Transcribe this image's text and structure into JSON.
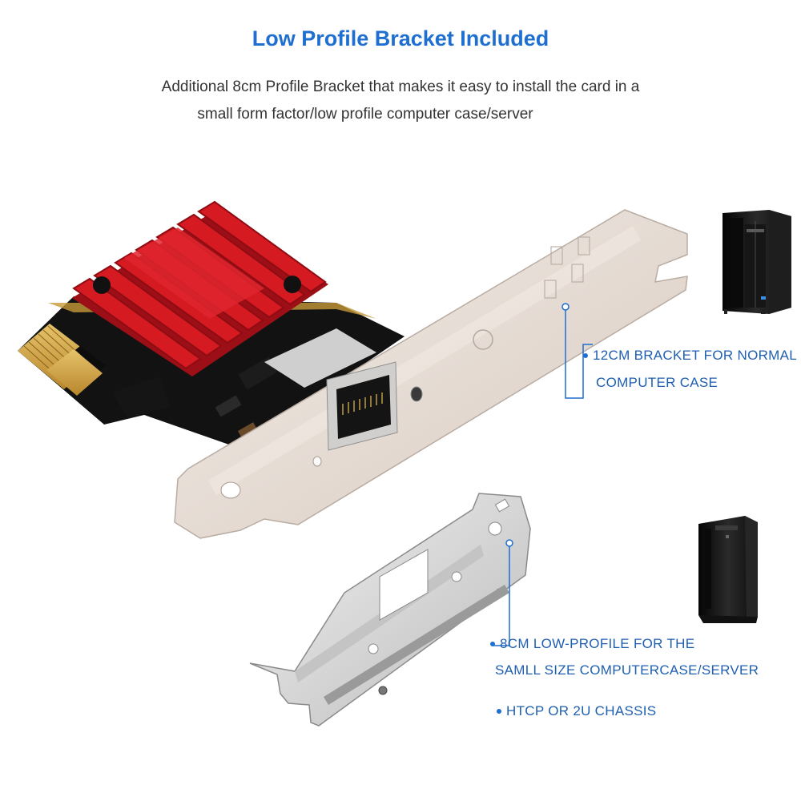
{
  "heading": "Low Profile Bracket Included",
  "description": {
    "line1": "Additional 8cm Profile Bracket that makes it easy to install the card in a",
    "line2": "small form factor/low profile computer case/server"
  },
  "callouts": {
    "full_height": {
      "line1": "12CM BRACKET FOR NORMAL",
      "line2": "COMPUTER CASE"
    },
    "low_profile": {
      "line1": "8CM LOW-PROFILE FOR THE",
      "line2": "SAMLL SIZE COMPUTERCASE/SERVER",
      "line3": "HTCP OR 2U CHASSIS"
    }
  },
  "colors": {
    "heading": "#1f6fd1",
    "callout_text": "#1f5fb0",
    "callout_line": "#1f6fd1",
    "heatsink": "#c8141c",
    "pcb": "#111111",
    "bracket": "#e6ddd6"
  },
  "images": {
    "network_card": "network-card-with-red-heatsink",
    "tower_case": "tower-computer-case",
    "slim_case": "slim-tower-computer-case",
    "low_profile_bracket": "low-profile-bracket"
  }
}
